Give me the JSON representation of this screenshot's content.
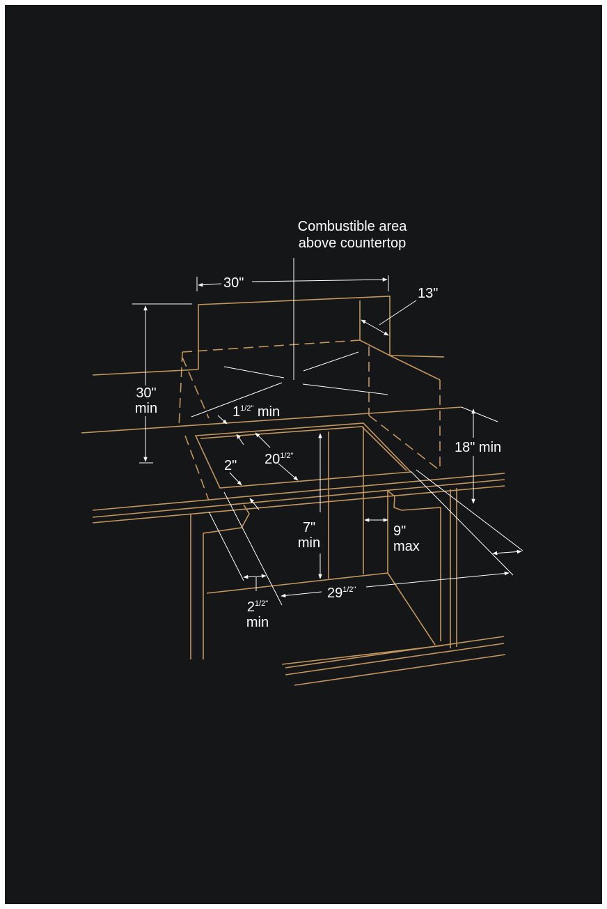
{
  "title": {
    "line1": "Combustible area",
    "line2": "above countertop"
  },
  "dimensions": {
    "width_top": "30\"",
    "depth_top": "13\"",
    "height_left": "30\"",
    "height_left_suffix": "min",
    "side_clear_main": "1",
    "side_clear_frac": "1/2\"",
    "side_clear_suffix": "min",
    "rear_clear": "18\" min",
    "front_edge": "2\"",
    "cutout_depth_main": "20",
    "cutout_depth_frac": "1/2\"",
    "below_depth": "7\"",
    "below_depth_suffix": "min",
    "side_max": "9\"",
    "side_max_suffix": "max",
    "front_min_main": "2",
    "front_min_frac": "1/2\"",
    "front_min_suffix": "min",
    "cutout_width_main": "29",
    "cutout_width_frac": "1/2\""
  },
  "colors": {
    "background": "#141618",
    "line": "#c4975f",
    "dimension": "#ffffff"
  }
}
